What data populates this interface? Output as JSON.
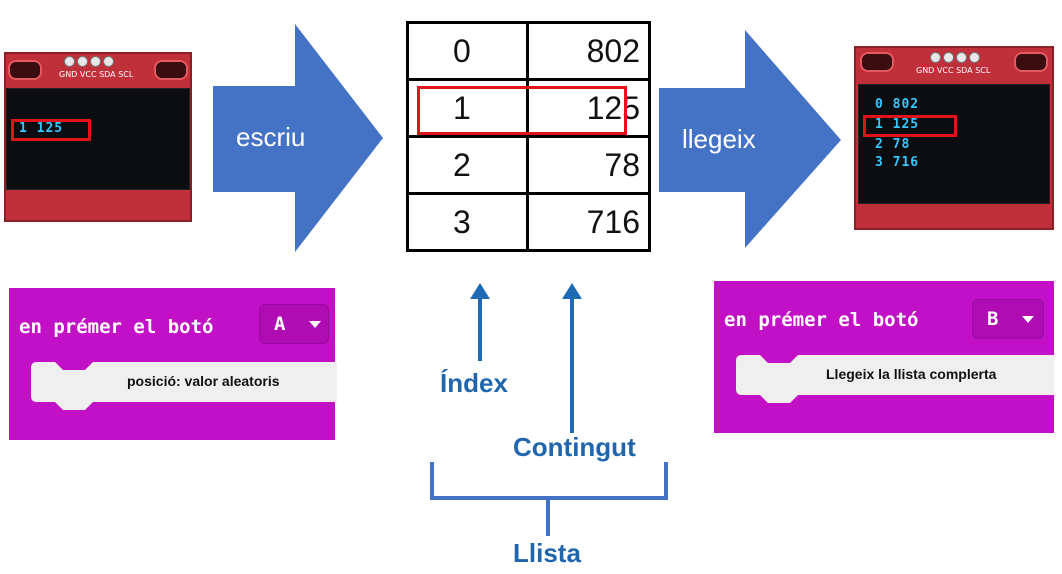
{
  "oled_left": {
    "pin_labels": "GND VCC SDA SCL",
    "lines": [
      "1 125"
    ]
  },
  "oled_right": {
    "pin_labels": "GND VCC SDA SCL",
    "lines": [
      "0 802",
      "1 125",
      "2 78",
      "3 716"
    ]
  },
  "arrows": {
    "write_label": "escriu",
    "read_label": "llegeix"
  },
  "list_table": {
    "rows": [
      {
        "index": "0",
        "value": "802"
      },
      {
        "index": "1",
        "value": "125"
      },
      {
        "index": "2",
        "value": "78"
      },
      {
        "index": "3",
        "value": "716"
      }
    ]
  },
  "block_left": {
    "event_text": "en prémer el botó",
    "button": "A",
    "statement": "posició: valor aleatoris"
  },
  "block_right": {
    "event_text": "en prémer el botó",
    "button": "B",
    "statement": "Llegeix la llista complerta"
  },
  "labels": {
    "index": "Índex",
    "content": "Contingut",
    "list": "Llista"
  },
  "colors": {
    "arrow_blue": "#4472c4",
    "label_blue": "#1f66ae",
    "block_magenta": "#c210c6",
    "highlight_red": "#e0131b",
    "oled_text": "#35c8ff"
  }
}
